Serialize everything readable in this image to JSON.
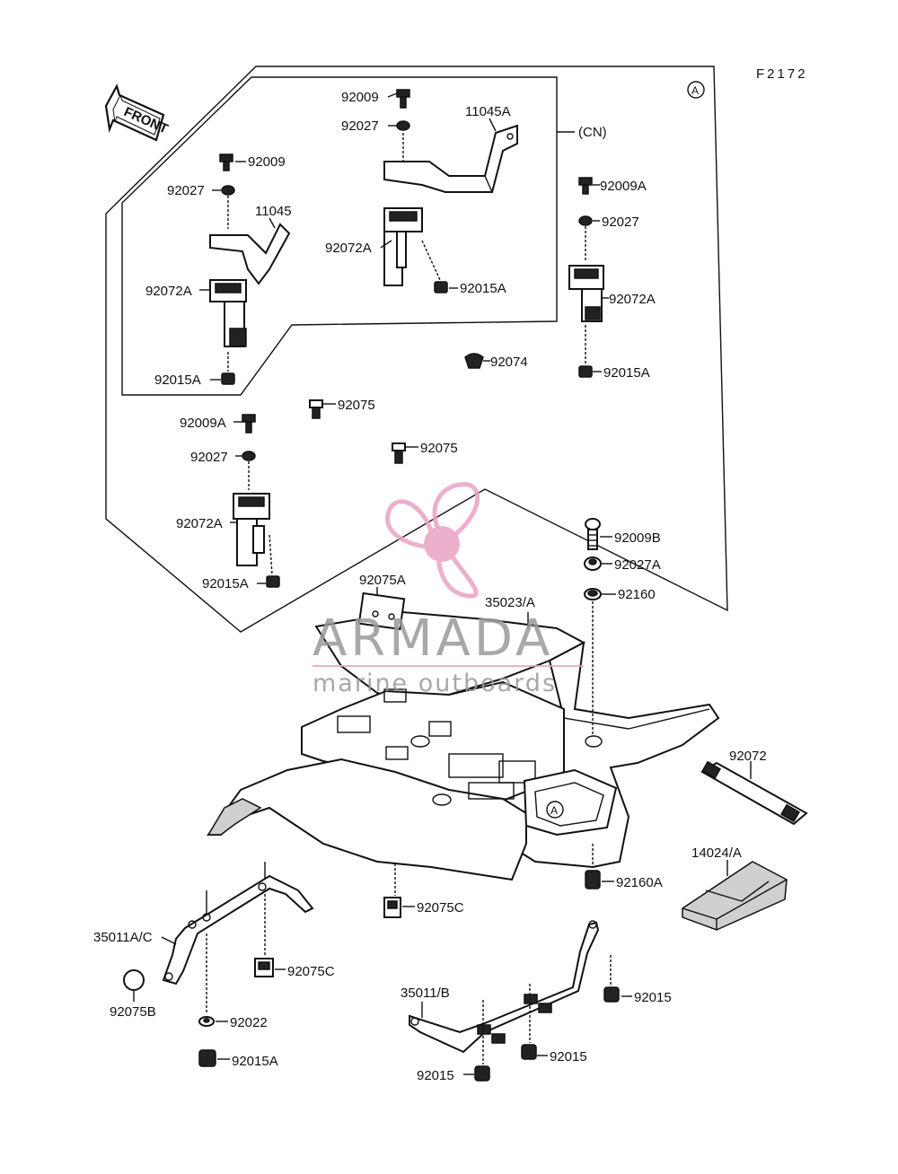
{
  "figure_code": "F2172",
  "front_label": "FRONT",
  "ref_a": "A",
  "cn_label": "(CN)",
  "watermark": {
    "brand": "ARMADA",
    "tagline": "marine outboards",
    "color": "#e9a3c4"
  },
  "labels": {
    "l_92009_cn": "92009",
    "l_92027_cn": "92027",
    "l_11045A": "11045A",
    "l_92072A_cn": "92072A",
    "l_92015A_cn": "92015A",
    "l_92009_l": "92009",
    "l_92027_l": "92027",
    "l_11045": "11045",
    "l_92072A_l": "92072A",
    "l_92015A_l": "92015A",
    "l_92009A_r": "92009A",
    "l_92027_r": "92027",
    "l_92072A_r": "92072A",
    "l_92015A_r": "92015A",
    "l_92074": "92074",
    "l_92075_1": "92075",
    "l_92075_2": "92075",
    "l_92009A_m": "92009A",
    "l_92027_m": "92027",
    "l_92072A_m": "92072A",
    "l_92015A_m": "92015A",
    "l_92075A": "92075A",
    "l_35023A": "35023/A",
    "l_92009B": "92009B",
    "l_92027A": "92027A",
    "l_92160": "92160",
    "l_92072": "92072",
    "l_14024A": "14024/A",
    "l_92160A": "92160A",
    "l_92075C_1": "92075C",
    "l_35011AC": "35011A/C",
    "l_92075C_2": "92075C",
    "l_92075B": "92075B",
    "l_92022": "92022",
    "l_92015A_b": "92015A",
    "l_35011B": "35011/B",
    "l_92015_1": "92015",
    "l_92015_2": "92015",
    "l_92015_3": "92015"
  }
}
